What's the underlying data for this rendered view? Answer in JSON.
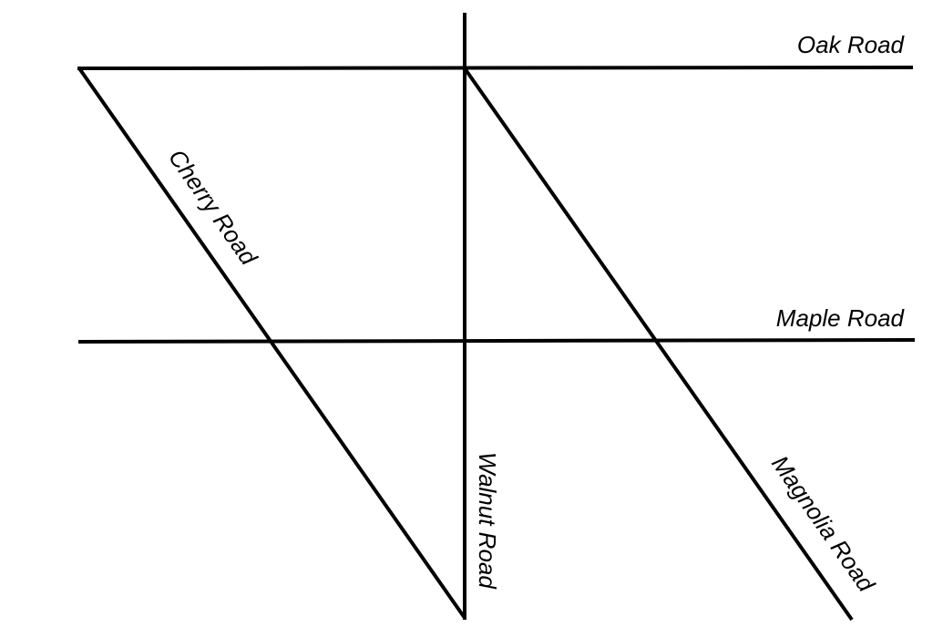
{
  "diagram": {
    "roads": [
      {
        "id": "oak",
        "label": "Oak Road"
      },
      {
        "id": "maple",
        "label": "Maple Road"
      },
      {
        "id": "cherry",
        "label": "Cherry Road"
      },
      {
        "id": "walnut",
        "label": "Walnut Road"
      },
      {
        "id": "magnolia",
        "label": "Magnolia Road"
      }
    ]
  }
}
